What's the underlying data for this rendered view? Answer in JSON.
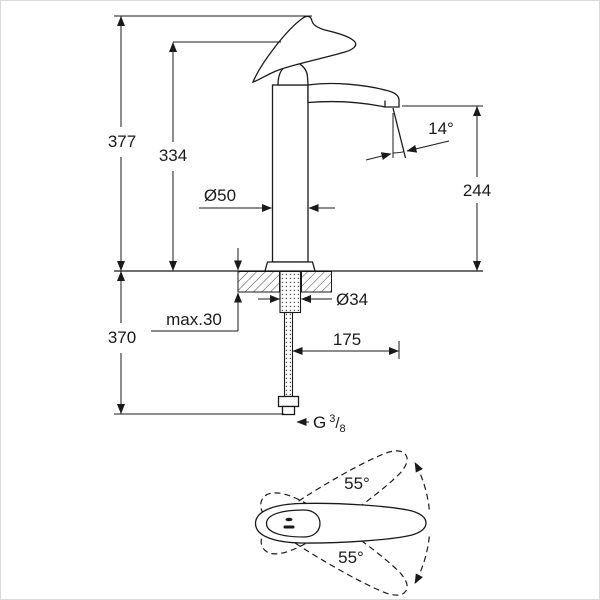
{
  "page": {
    "background": "#ffffff",
    "border_color": "#d9d9d9",
    "line_color": "#1a1a1a"
  },
  "dimensions": {
    "total_height": "377",
    "lever_height": "334",
    "body_diameter": "Ø50",
    "stream_angle": "14°",
    "outlet_height": "244",
    "hole_diameter": "Ø34",
    "max_counter_thickness": "max.30",
    "hose_length": "370",
    "outlet_reach": "175",
    "swivel_upper": "55°",
    "swivel_lower": "55°"
  },
  "thread": {
    "prefix": "G",
    "numerator": "3",
    "slash": "/",
    "denominator": "8"
  }
}
